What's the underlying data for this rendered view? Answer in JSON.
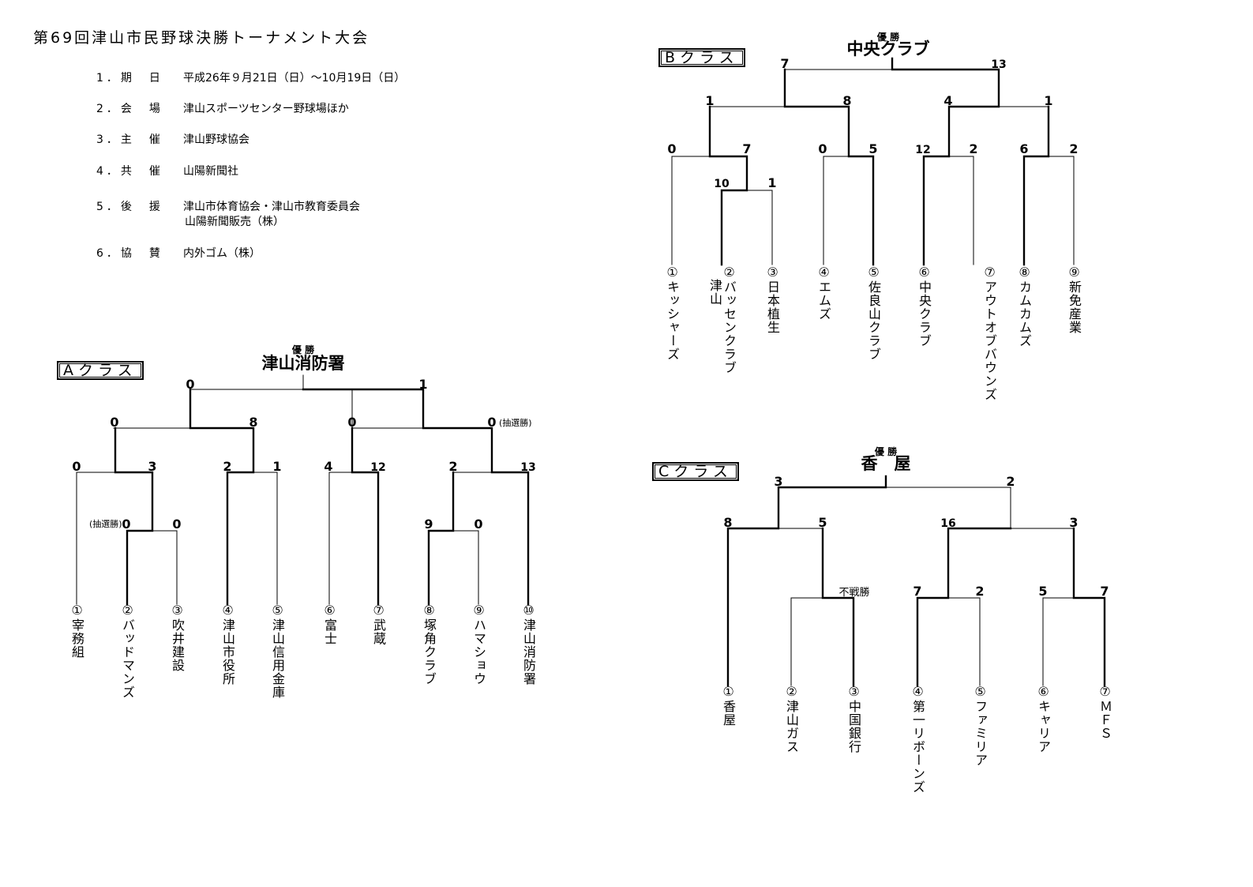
{
  "title": "第69回津山市民野球決勝トーナメント大会",
  "info": [
    {
      "label": "1．期　日",
      "value": "平成26年９月21日（日）～10月19日（日）",
      "value2": ""
    },
    {
      "label": "2．会　場",
      "value": "津山スポーツセンター野球場ほか",
      "value2": ""
    },
    {
      "label": "3．主　催",
      "value": "津山野球協会",
      "value2": ""
    },
    {
      "label": "4．共　催",
      "value": "山陽新聞社",
      "value2": ""
    },
    {
      "label": "5．後　援",
      "value": "津山市体育協会・津山市教育委員会",
      "value2": "山陽新聞販売（株）"
    },
    {
      "label": "6．協　賛",
      "value": "内外ゴム（株）",
      "value2": ""
    }
  ],
  "classes": {
    "a": {
      "label": "Aクラス",
      "champion_label": "優 勝",
      "champion": "津山消防署",
      "teams": [
        "①宰務組",
        "②バッドマンズ",
        "③吹井建設",
        "④津山市役所",
        "⑤津山信用金庫",
        "⑥富士",
        "⑦武蔵",
        "⑧塚角クラブ",
        "⑨ハマショウ",
        "⑩津山消防署"
      ],
      "scores": [
        "0",
        "1",
        "0",
        "8",
        "0",
        "0",
        "0",
        "3",
        "2",
        "1",
        "4",
        "12",
        "2",
        "13",
        "0",
        "0",
        "9",
        "0"
      ],
      "notes": [
        "(抽選勝)",
        "(抽選勝)"
      ]
    },
    "b": {
      "label": "Bクラス",
      "champion_label": "優 勝",
      "champion": "中央クラブ",
      "teams": [
        "①キッシャーズ",
        "②バッセンクラブ",
        "③日本植生",
        "④エムズ",
        "⑤佐良山クラブ",
        "⑥中央クラブ",
        "⑦アウトオブバウンズ",
        "⑧カムカムズ",
        "⑨新免産業"
      ],
      "team2_prefix": "津山",
      "scores": [
        "7",
        "13",
        "1",
        "8",
        "4",
        "1",
        "0",
        "7",
        "0",
        "5",
        "12",
        "2",
        "6",
        "2",
        "10",
        "1"
      ]
    },
    "c": {
      "label": "Cクラス",
      "champion_label": "優 勝",
      "champion": "香　屋",
      "teams": [
        "①香屋",
        "②津山ガス",
        "③中国銀行",
        "④第一リボーンズ",
        "⑤ファミリア",
        "⑥キャリア",
        "⑦ＭＦＳ"
      ],
      "scores": [
        "3",
        "2",
        "8",
        "5",
        "16",
        "3",
        "7",
        "2",
        "5",
        "7"
      ],
      "note": "不戦勝"
    }
  }
}
